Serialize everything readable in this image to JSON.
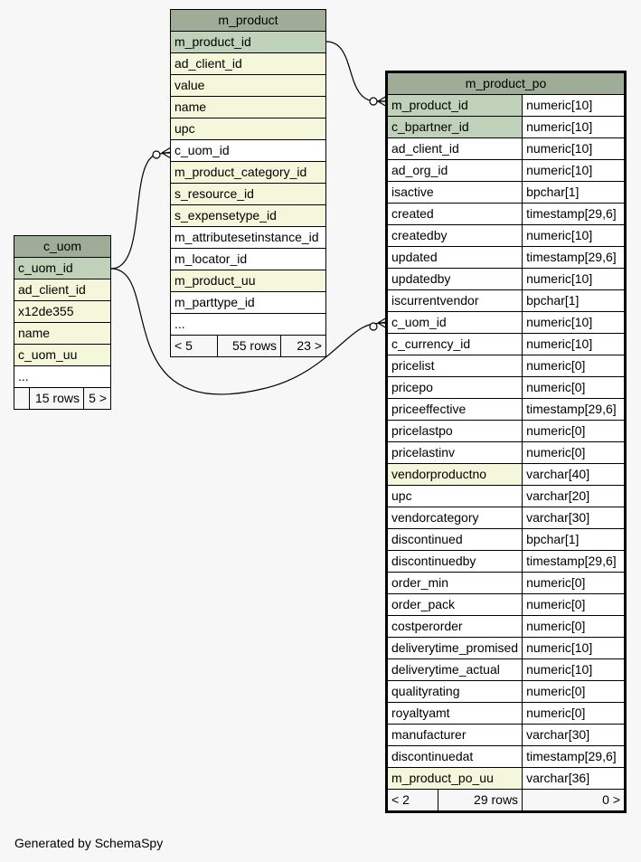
{
  "tables": {
    "m_product": {
      "name": "m_product",
      "columns": [
        {
          "name": "m_product_id",
          "kind": "pk"
        },
        {
          "name": "ad_client_id",
          "kind": "fk"
        },
        {
          "name": "value",
          "kind": "fk"
        },
        {
          "name": "name",
          "kind": "fk"
        },
        {
          "name": "upc",
          "kind": "fk"
        },
        {
          "name": "c_uom_id",
          "kind": "plain"
        },
        {
          "name": "m_product_category_id",
          "kind": "fk"
        },
        {
          "name": "s_resource_id",
          "kind": "fk"
        },
        {
          "name": "s_expensetype_id",
          "kind": "fk"
        },
        {
          "name": "m_attributesetinstance_id",
          "kind": "plain"
        },
        {
          "name": "m_locator_id",
          "kind": "plain"
        },
        {
          "name": "m_product_uu",
          "kind": "fk"
        },
        {
          "name": "m_parttype_id",
          "kind": "plain"
        },
        {
          "name": "...",
          "kind": "plain"
        }
      ],
      "footer": {
        "parents": "< 5",
        "rows": "55 rows",
        "children": "23 >"
      }
    },
    "c_uom": {
      "name": "c_uom",
      "columns": [
        {
          "name": "c_uom_id",
          "kind": "pk"
        },
        {
          "name": "ad_client_id",
          "kind": "fk"
        },
        {
          "name": "x12de355",
          "kind": "fk"
        },
        {
          "name": "name",
          "kind": "fk"
        },
        {
          "name": "c_uom_uu",
          "kind": "fk"
        },
        {
          "name": "...",
          "kind": "plain"
        }
      ],
      "footer": {
        "parents": "",
        "rows": "15 rows",
        "children": "5 >"
      }
    },
    "m_product_po": {
      "name": "m_product_po",
      "columns": [
        {
          "name": "m_product_id",
          "type": "numeric[10]",
          "kind": "pk"
        },
        {
          "name": "c_bpartner_id",
          "type": "numeric[10]",
          "kind": "pk"
        },
        {
          "name": "ad_client_id",
          "type": "numeric[10]",
          "kind": "plain"
        },
        {
          "name": "ad_org_id",
          "type": "numeric[10]",
          "kind": "plain"
        },
        {
          "name": "isactive",
          "type": "bpchar[1]",
          "kind": "plain"
        },
        {
          "name": "created",
          "type": "timestamp[29,6]",
          "kind": "plain"
        },
        {
          "name": "createdby",
          "type": "numeric[10]",
          "kind": "plain"
        },
        {
          "name": "updated",
          "type": "timestamp[29,6]",
          "kind": "plain"
        },
        {
          "name": "updatedby",
          "type": "numeric[10]",
          "kind": "plain"
        },
        {
          "name": "iscurrentvendor",
          "type": "bpchar[1]",
          "kind": "plain"
        },
        {
          "name": "c_uom_id",
          "type": "numeric[10]",
          "kind": "plain"
        },
        {
          "name": "c_currency_id",
          "type": "numeric[10]",
          "kind": "plain"
        },
        {
          "name": "pricelist",
          "type": "numeric[0]",
          "kind": "plain"
        },
        {
          "name": "pricepo",
          "type": "numeric[0]",
          "kind": "plain"
        },
        {
          "name": "priceeffective",
          "type": "timestamp[29,6]",
          "kind": "plain"
        },
        {
          "name": "pricelastpo",
          "type": "numeric[0]",
          "kind": "plain"
        },
        {
          "name": "pricelastinv",
          "type": "numeric[0]",
          "kind": "plain"
        },
        {
          "name": "vendorproductno",
          "type": "varchar[40]",
          "kind": "fk"
        },
        {
          "name": "upc",
          "type": "varchar[20]",
          "kind": "plain"
        },
        {
          "name": "vendorcategory",
          "type": "varchar[30]",
          "kind": "plain"
        },
        {
          "name": "discontinued",
          "type": "bpchar[1]",
          "kind": "plain"
        },
        {
          "name": "discontinuedby",
          "type": "timestamp[29,6]",
          "kind": "plain"
        },
        {
          "name": "order_min",
          "type": "numeric[0]",
          "kind": "plain"
        },
        {
          "name": "order_pack",
          "type": "numeric[0]",
          "kind": "plain"
        },
        {
          "name": "costperorder",
          "type": "numeric[0]",
          "kind": "plain"
        },
        {
          "name": "deliverytime_promised",
          "type": "numeric[10]",
          "kind": "plain"
        },
        {
          "name": "deliverytime_actual",
          "type": "numeric[10]",
          "kind": "plain"
        },
        {
          "name": "qualityrating",
          "type": "numeric[0]",
          "kind": "plain"
        },
        {
          "name": "royaltyamt",
          "type": "numeric[0]",
          "kind": "plain"
        },
        {
          "name": "manufacturer",
          "type": "varchar[30]",
          "kind": "plain"
        },
        {
          "name": "discontinuedat",
          "type": "timestamp[29,6]",
          "kind": "plain"
        },
        {
          "name": "m_product_po_uu",
          "type": "varchar[36]",
          "kind": "fk"
        }
      ],
      "footer": {
        "parents": "< 2",
        "rows": "29 rows",
        "children": "0 >"
      }
    }
  },
  "footer_note": "Generated by SchemaSpy"
}
